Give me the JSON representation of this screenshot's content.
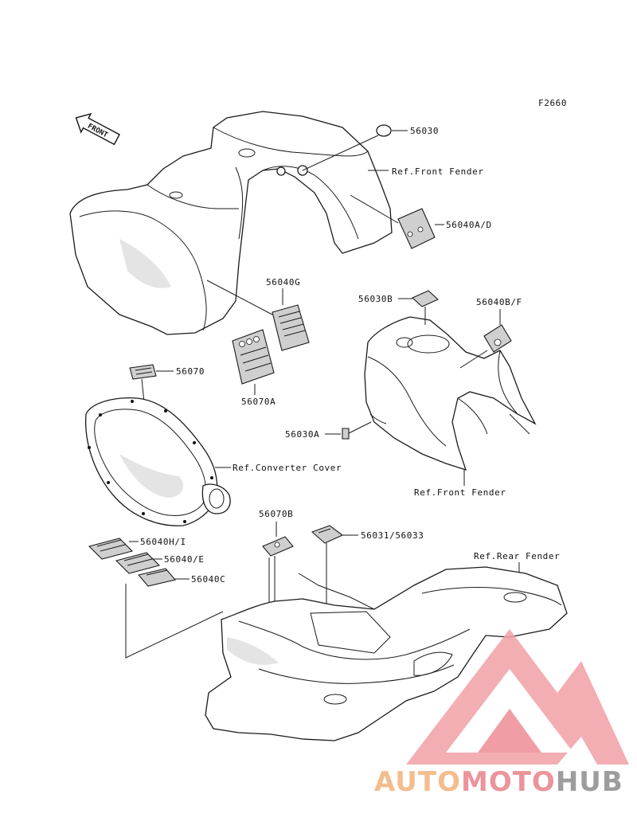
{
  "figure_code": "F2660",
  "front_arrow_text": "FRONT",
  "callouts": {
    "c56030": "56030",
    "ref_front_fender_top": "Ref.Front Fender",
    "c56040ad": "56040A/D",
    "c56040g": "56040G",
    "c56030b": "56030B",
    "c56040bf": "56040B/F",
    "c56070": "56070",
    "c56070a": "56070A",
    "c56030a": "56030A",
    "ref_converter_cover": "Ref.Converter Cover",
    "ref_front_fender_mid": "Ref.Front Fender",
    "c56070b": "56070B",
    "c56031_56033": "56031/56033",
    "c56040hi": "56040H/I",
    "ref_rear_fender": "Ref.Rear Fender",
    "c56040e": "56040/E",
    "c56040c": "56040C"
  },
  "watermark": {
    "part1": "AUTO",
    "part2": "MOTO",
    "part3": "HUB",
    "color_orange": "#f3b27a",
    "color_red": "#e8828a",
    "color_gray": "#8c8c8c"
  }
}
